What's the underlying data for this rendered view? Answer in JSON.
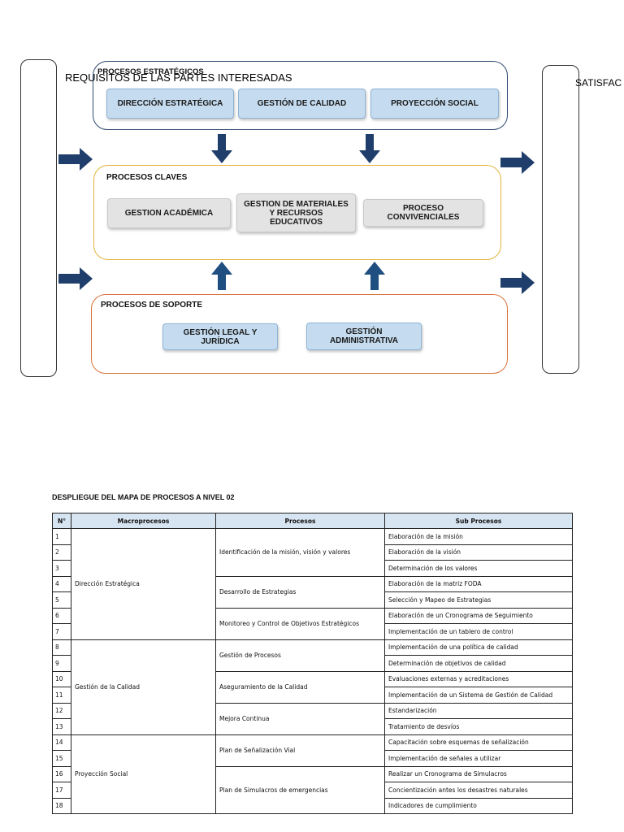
{
  "diagram": {
    "left_label": "REQUISITOS DE LAS PARTES INTERESADAS",
    "right_label": "SATISFAC",
    "estrategicos": {
      "title": "PROCESOS ESTRATÉGICOS",
      "items": [
        "DIRECCIÓN ESTRATÉGICA",
        "GESTIÓN DE CALIDAD",
        "PROYECCIÓN SOCIAL"
      ]
    },
    "claves": {
      "title": "PROCESOS CLAVES",
      "items": [
        "GESTION ACADÉMICA",
        "GESTION DE MATERIALES Y RECURSOS EDUCATIVOS",
        "PROCESO CONVIVENCIALES"
      ]
    },
    "soporte": {
      "title": "PROCESOS DE SOPORTE",
      "items": [
        "GESTIÓN LEGAL Y JURÍDICA",
        "GESTIÓN ADMINISTRATIVA"
      ]
    },
    "colors": {
      "arrow": "#1f3e6b",
      "estrategicos_border": "#2e4a72",
      "claves_border": "#e2b43c",
      "soporte_border": "#d9733a",
      "blue_box": "#c5dcf0",
      "gray_box": "#e3e3e3"
    }
  },
  "table": {
    "title": "DESPLIEGUE DEL MAPA DE PROCESOS A NIVEL 02",
    "headers": [
      "N°",
      "Macroprocesos",
      "Procesos",
      "Sub Procesos"
    ],
    "macroprocesos": [
      "Dirección Estratégica",
      "Gestión de la Calidad",
      "Proyección Social"
    ],
    "procesos": [
      "Identificación de la misión, visión y valores",
      "Desarrollo de Estrategias",
      "Monitoreo y Control de Objetivos Estratégicos",
      "Gestión de Procesos",
      "Aseguramiento de la Calidad",
      "Mejora Continua",
      "Plan de Señalización Vial",
      "Plan de Simulacros de emergencias"
    ],
    "rows": [
      {
        "n": "1",
        "sub": "Elaboración de la misión"
      },
      {
        "n": "2",
        "sub": "Elaboración de la visión"
      },
      {
        "n": "3",
        "sub": "Determinación de los valores"
      },
      {
        "n": "4",
        "sub": "Elaboración de la matriz FODA"
      },
      {
        "n": "5",
        "sub": "Selección y Mapeo de Estrategias"
      },
      {
        "n": "6",
        "sub": "Elaboración de un Cronograma de Seguimiento"
      },
      {
        "n": "7",
        "sub": "Implementación de un tablero de control"
      },
      {
        "n": "8",
        "sub": "Implementación de una política de calidad"
      },
      {
        "n": "9",
        "sub": "Determinación de objetivos de calidad"
      },
      {
        "n": "10",
        "sub": "Evaluaciones externas y acreditaciones"
      },
      {
        "n": "11",
        "sub": "Implementación de un Sistema de Gestión de Calidad"
      },
      {
        "n": "12",
        "sub": "Estandarización"
      },
      {
        "n": "13",
        "sub": "Tratamiento de desvíos"
      },
      {
        "n": "14",
        "sub": "Capacitación sobre esquemas de señalización"
      },
      {
        "n": "15",
        "sub": "Implementación de señales a utilizar"
      },
      {
        "n": "16",
        "sub": "Realizar un Cronograma de Simulacros"
      },
      {
        "n": "17",
        "sub": "Concientización antes los desastres naturales"
      },
      {
        "n": "18",
        "sub": "Indicadores de cumplimiento"
      }
    ]
  }
}
